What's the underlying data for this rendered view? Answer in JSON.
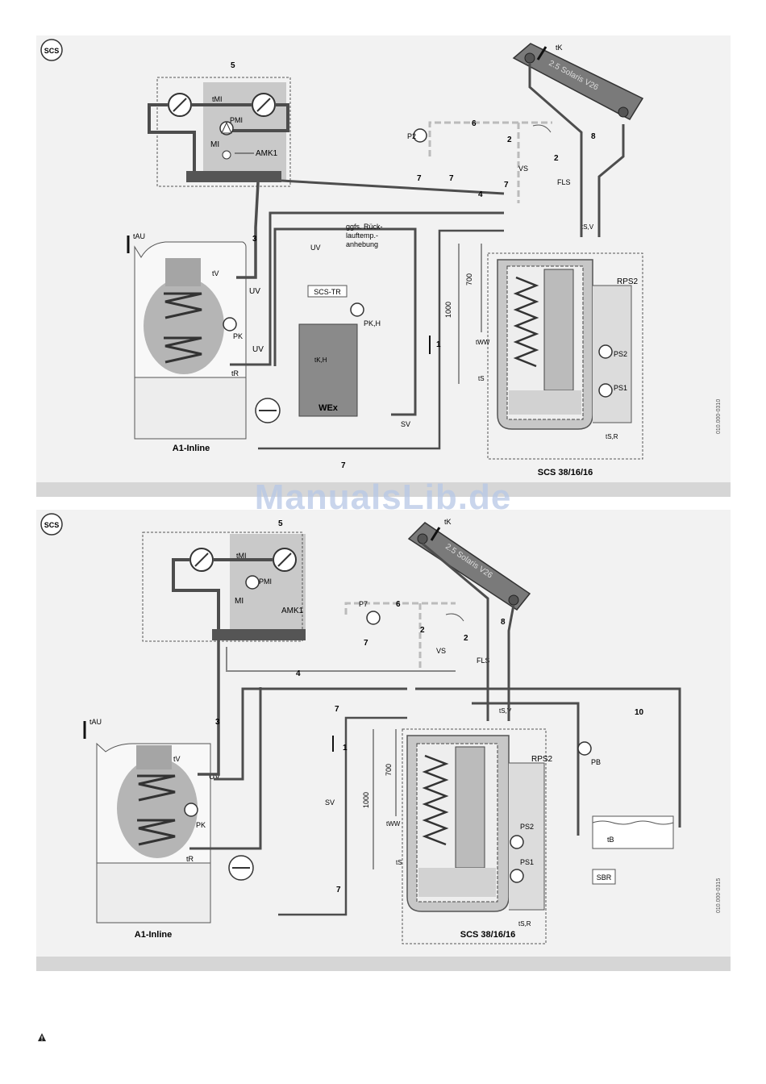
{
  "diagram1": {
    "logo": "SCS",
    "collector": "2.5 Solaris V26",
    "boiler": "A1-Inline",
    "store": "SCS 38/16/16",
    "amk": "AMK1",
    "scs_tr": "SCS-TR",
    "wex": "WEx",
    "note_line1": "ggfs. Rück-",
    "note_line2": "lauftemp.-",
    "note_line3": "anhebung",
    "rps": "RPS2",
    "fls": "FLS",
    "sv": "SV",
    "vs": "VS",
    "uv": "UV",
    "mi": "MI",
    "dim_700": "700",
    "dim_1000": "1000",
    "code": "010.000-0310",
    "num_1": "1",
    "num_2": "2",
    "num_3": "3",
    "num_4": "4",
    "num_5": "5",
    "num_6": "6",
    "num_7": "7",
    "num_8": "8",
    "t_k": "tK",
    "t_mi": "tMI",
    "t_au": "tAU",
    "t_v": "tV",
    "t_r": "tR",
    "t_kh": "tK,H",
    "t_ww": "tWW",
    "t_s": "tS",
    "t_sv": "tS,V",
    "t_sr": "tS,R",
    "p_2": "P2",
    "p_mi": "PMI",
    "p_k": "PK",
    "p_kh": "PK,H",
    "p_s1": "PS1",
    "p_s2": "PS2"
  },
  "diagram2": {
    "logo": "SCS",
    "collector": "2.5 Solaris V26",
    "boiler": "A1-Inline",
    "store": "SCS 38/16/16",
    "amk": "AMK1",
    "rps": "RPS2",
    "fls": "FLS",
    "sbr": "SBR",
    "sv": "SV",
    "vs": "VS",
    "uv": "UV",
    "mi": "MI",
    "dim_700": "700",
    "dim_1000": "1000",
    "code": "010.000-0315",
    "num_1": "1",
    "num_2": "2",
    "num_3": "3",
    "num_4": "4",
    "num_5": "5",
    "num_6": "6",
    "num_7": "7",
    "num_8": "8",
    "num_10": "10",
    "t_k": "tK",
    "t_mi": "tMI",
    "t_au": "tAU",
    "t_v": "tV",
    "t_r": "tR",
    "t_ww": "tWW",
    "t_s": "tS",
    "t_sv": "tS,V",
    "t_sr": "tS,R",
    "t_b": "tB",
    "p_7": "P7",
    "p_mi": "PMI",
    "p_k": "PK",
    "p_b": "PB",
    "p_s1": "PS1",
    "p_s2": "PS2"
  },
  "watermark": "ManualsLib.de",
  "colors": {
    "pipe": "#4d4d4d",
    "panel": "#f2f2f2",
    "bar": "#d6d6d6",
    "shade": "#c9c9c9"
  }
}
